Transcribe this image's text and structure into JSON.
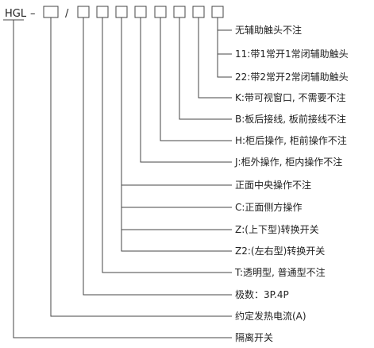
{
  "model": {
    "prefix": "HGL",
    "dash": "–",
    "slash": "/"
  },
  "labels": [
    "无辅助触头不注",
    "11:带1常开1常闭辅助触头",
    "22:带2常开2常闭辅助触头",
    "K:带可视窗口, 不需要不注",
    "B:板后接线, 板前接线不注",
    "H:柜后操作, 柜前操作不注",
    "J:柜外操作, 柜内操作不注",
    "正面中央操作不注",
    "C:正面侧方操作",
    "Z:(上下型)转换开关",
    "Z2:(左右型)转换开关",
    "T:透明型, 普通型不注",
    "极数：3P.4P",
    "约定发热电流(A)",
    "隔离开关"
  ]
}
